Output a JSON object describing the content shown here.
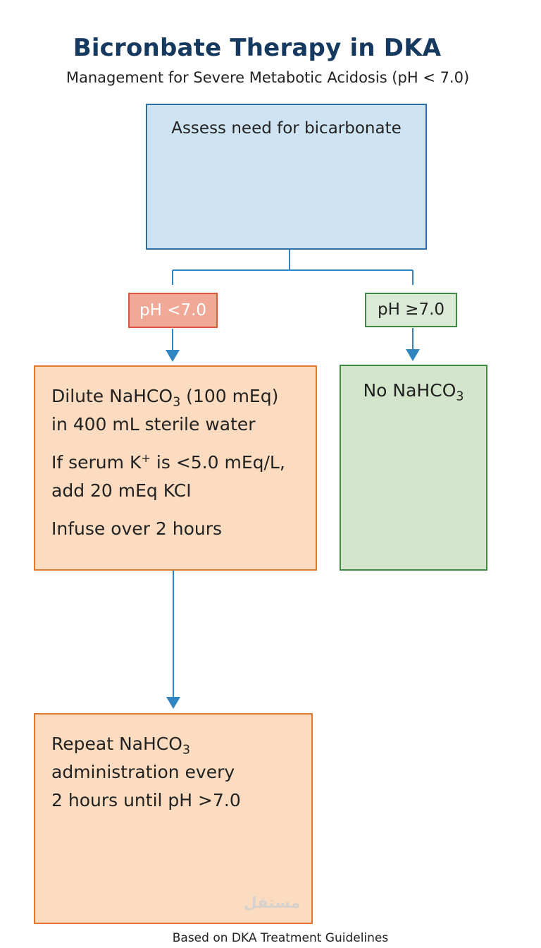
{
  "title": "Bicronbate Therapy in DKA",
  "subtitle": "Management for Severe Metabotic Acidosis (pH < 7.0)",
  "assess_box": {
    "text": "Assess need for bicarbonate"
  },
  "branch_low": {
    "label": "pH <7.0"
  },
  "branch_high": {
    "label": "pH ≥7.0"
  },
  "dilute_box": {
    "line1_pre": "Dilute NaHCO",
    "line1_sub": "3",
    "line1_post": " (100 mEq)",
    "line2": "in 400 mL sterile water",
    "line3_pre": "If serum K",
    "line3_sup": "+",
    "line3_post": " is <5.0 mEq/L,",
    "line4": "add 20 mEq KCI",
    "line5": "Infuse over 2 hours"
  },
  "no_bicarb_box": {
    "text_pre": "No NaHCO",
    "text_sub": "3"
  },
  "repeat_box": {
    "line1_pre": "Repeat NaHCO",
    "line1_sub": "3",
    "line2": "administration every",
    "line3": "2 hours until pH >7.0"
  },
  "footer": "Based on DKA Treatment Guidelines",
  "watermark": "مستقل",
  "colors": {
    "title": "#163a5f",
    "connector": "#2f86c2",
    "assess_fill": "#cfe4f3",
    "orange_fill": "#fbdcc0",
    "orange_border": "#e0782f",
    "green_fill": "#d3e5cb",
    "green_border": "#3f8a42",
    "red_label_fill": "#f0a996"
  }
}
